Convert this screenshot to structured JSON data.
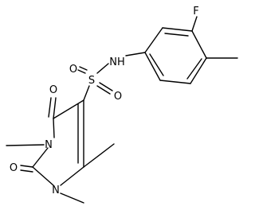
{
  "molecule": {
    "atoms": [
      {
        "id": "F",
        "label": "F"
      },
      {
        "id": "NH",
        "label": "NH"
      },
      {
        "id": "S",
        "label": "S"
      },
      {
        "id": "Oa",
        "label": "O"
      },
      {
        "id": "Ob",
        "label": "O"
      },
      {
        "id": "O4",
        "label": "O"
      },
      {
        "id": "O2",
        "label": "O"
      },
      {
        "id": "N3",
        "label": "N"
      },
      {
        "id": "N1",
        "label": "N"
      }
    ]
  }
}
